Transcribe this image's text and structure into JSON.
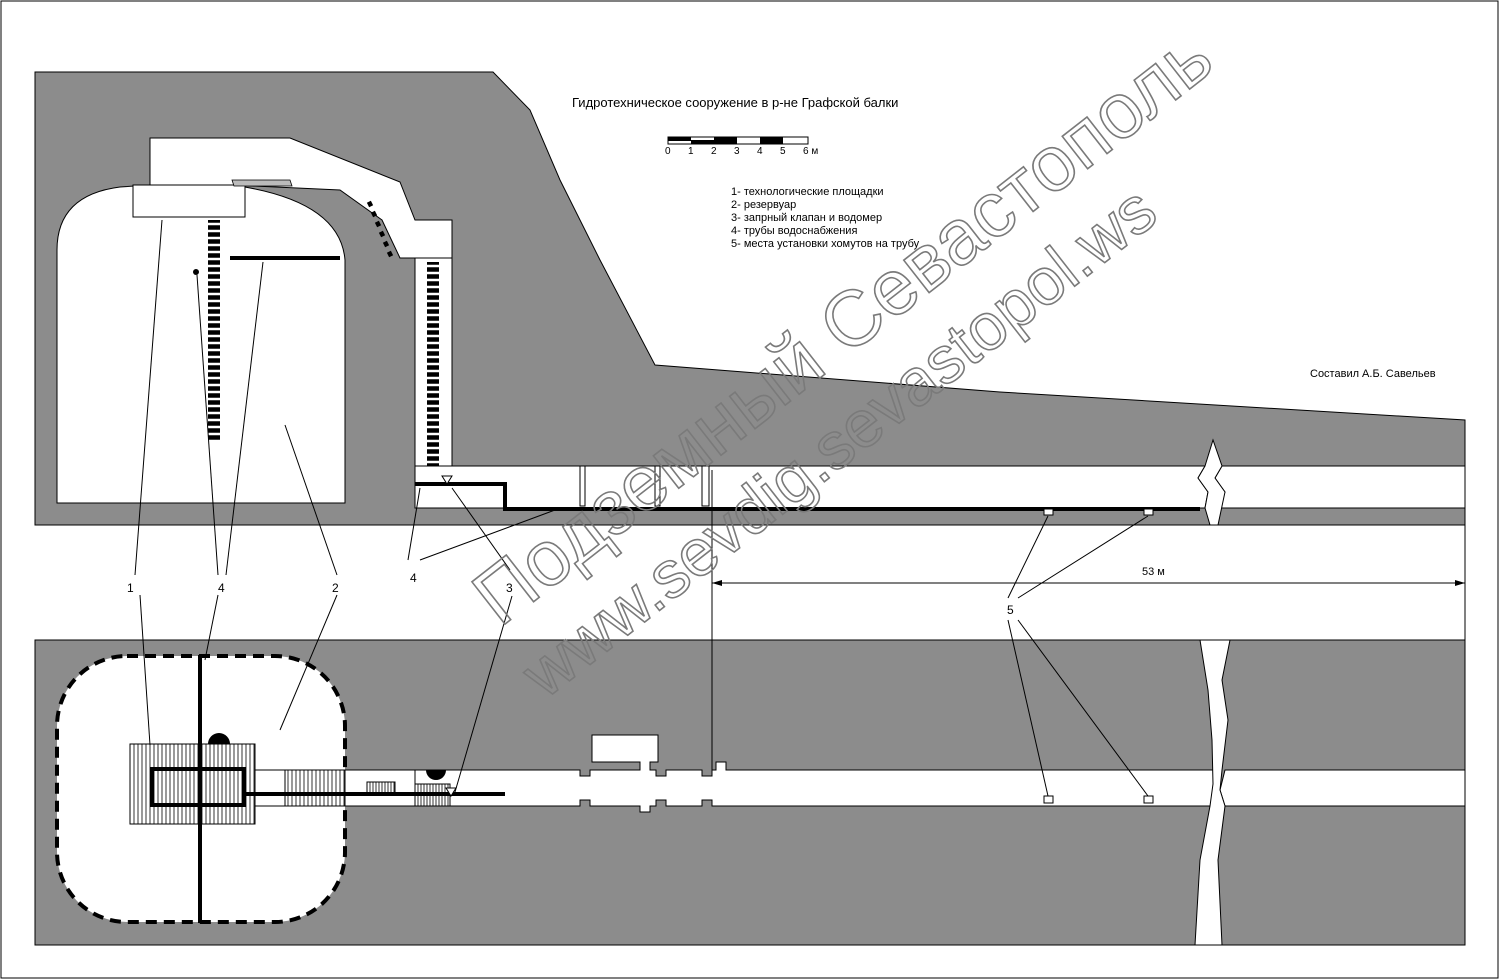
{
  "title": "Гидротехническое сооружение в р-не Графской балки",
  "scale_bar": {
    "ticks": [
      "0",
      "1",
      "2",
      "3",
      "4",
      "5",
      "6 м"
    ]
  },
  "legend": [
    "1- технологические площадки",
    "2- резервуар",
    "3- запрный клапан и водомер",
    "4- трубы водоснабжения",
    "5- места установки хомутов на трубу"
  ],
  "author": "Составил А.Б. Савельев",
  "callouts": {
    "label_1": "1",
    "label_4a": "4",
    "label_2": "2",
    "label_4b": "4",
    "label_3": "3",
    "label_5": "5"
  },
  "dimension": "53 м",
  "watermark": {
    "line1": "Подземный Севастополь",
    "line2": "www.sevdig.sevastopol.ws"
  },
  "colors": {
    "rock": "#8c8c8c",
    "void": "#ffffff",
    "line": "#000000"
  }
}
